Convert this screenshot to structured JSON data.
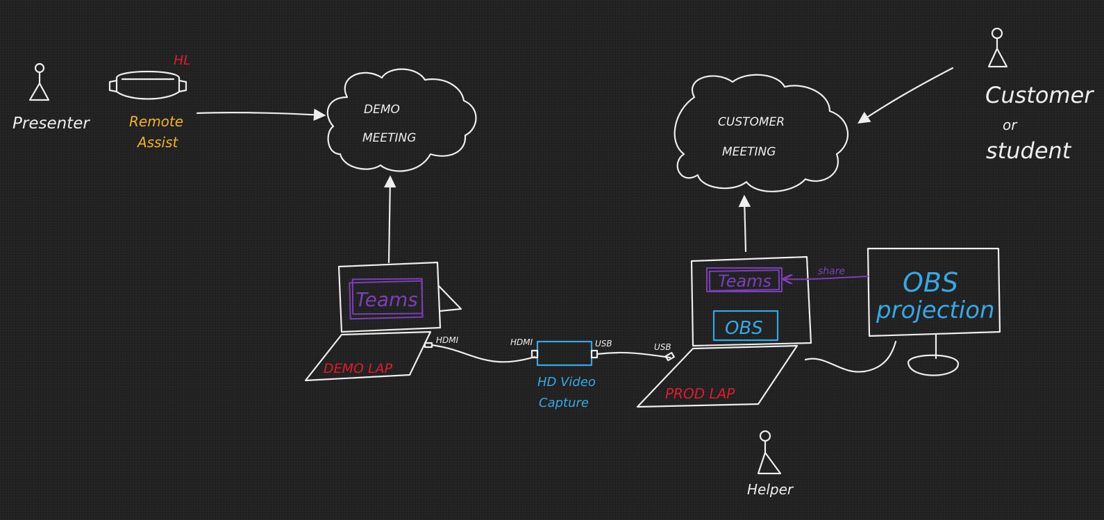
{
  "colors": {
    "background": "#202020",
    "ink": "#eeeeee",
    "red": "#e01c2c",
    "orange": "#f2b41c",
    "purple": "#7b3fb8",
    "blue": "#35a9e6"
  },
  "people": {
    "presenter": "Presenter",
    "customer_line1": "Customer",
    "customer_line2": "or",
    "customer_line3": "student",
    "helper": "Helper"
  },
  "headset": {
    "tag": "HL",
    "app_line1": "Remote",
    "app_line2": "Assist"
  },
  "clouds": {
    "demo_line1": "DEMO",
    "demo_line2": "MEETING",
    "customer_line1": "CUSTOMER",
    "customer_line2": "MEETING"
  },
  "demo_laptop": {
    "app": "Teams",
    "label": "DEMO LAP",
    "port": "HDMI"
  },
  "capture": {
    "port_in": "HDMI",
    "port_out": "USB",
    "label_line1": "HD Video",
    "label_line2": "Capture"
  },
  "prod_laptop": {
    "port": "USB",
    "app1": "Teams",
    "app2": "OBS",
    "label": "PROD LAP"
  },
  "monitor": {
    "line1": "OBS",
    "line2": "projection",
    "share_label": "share"
  }
}
